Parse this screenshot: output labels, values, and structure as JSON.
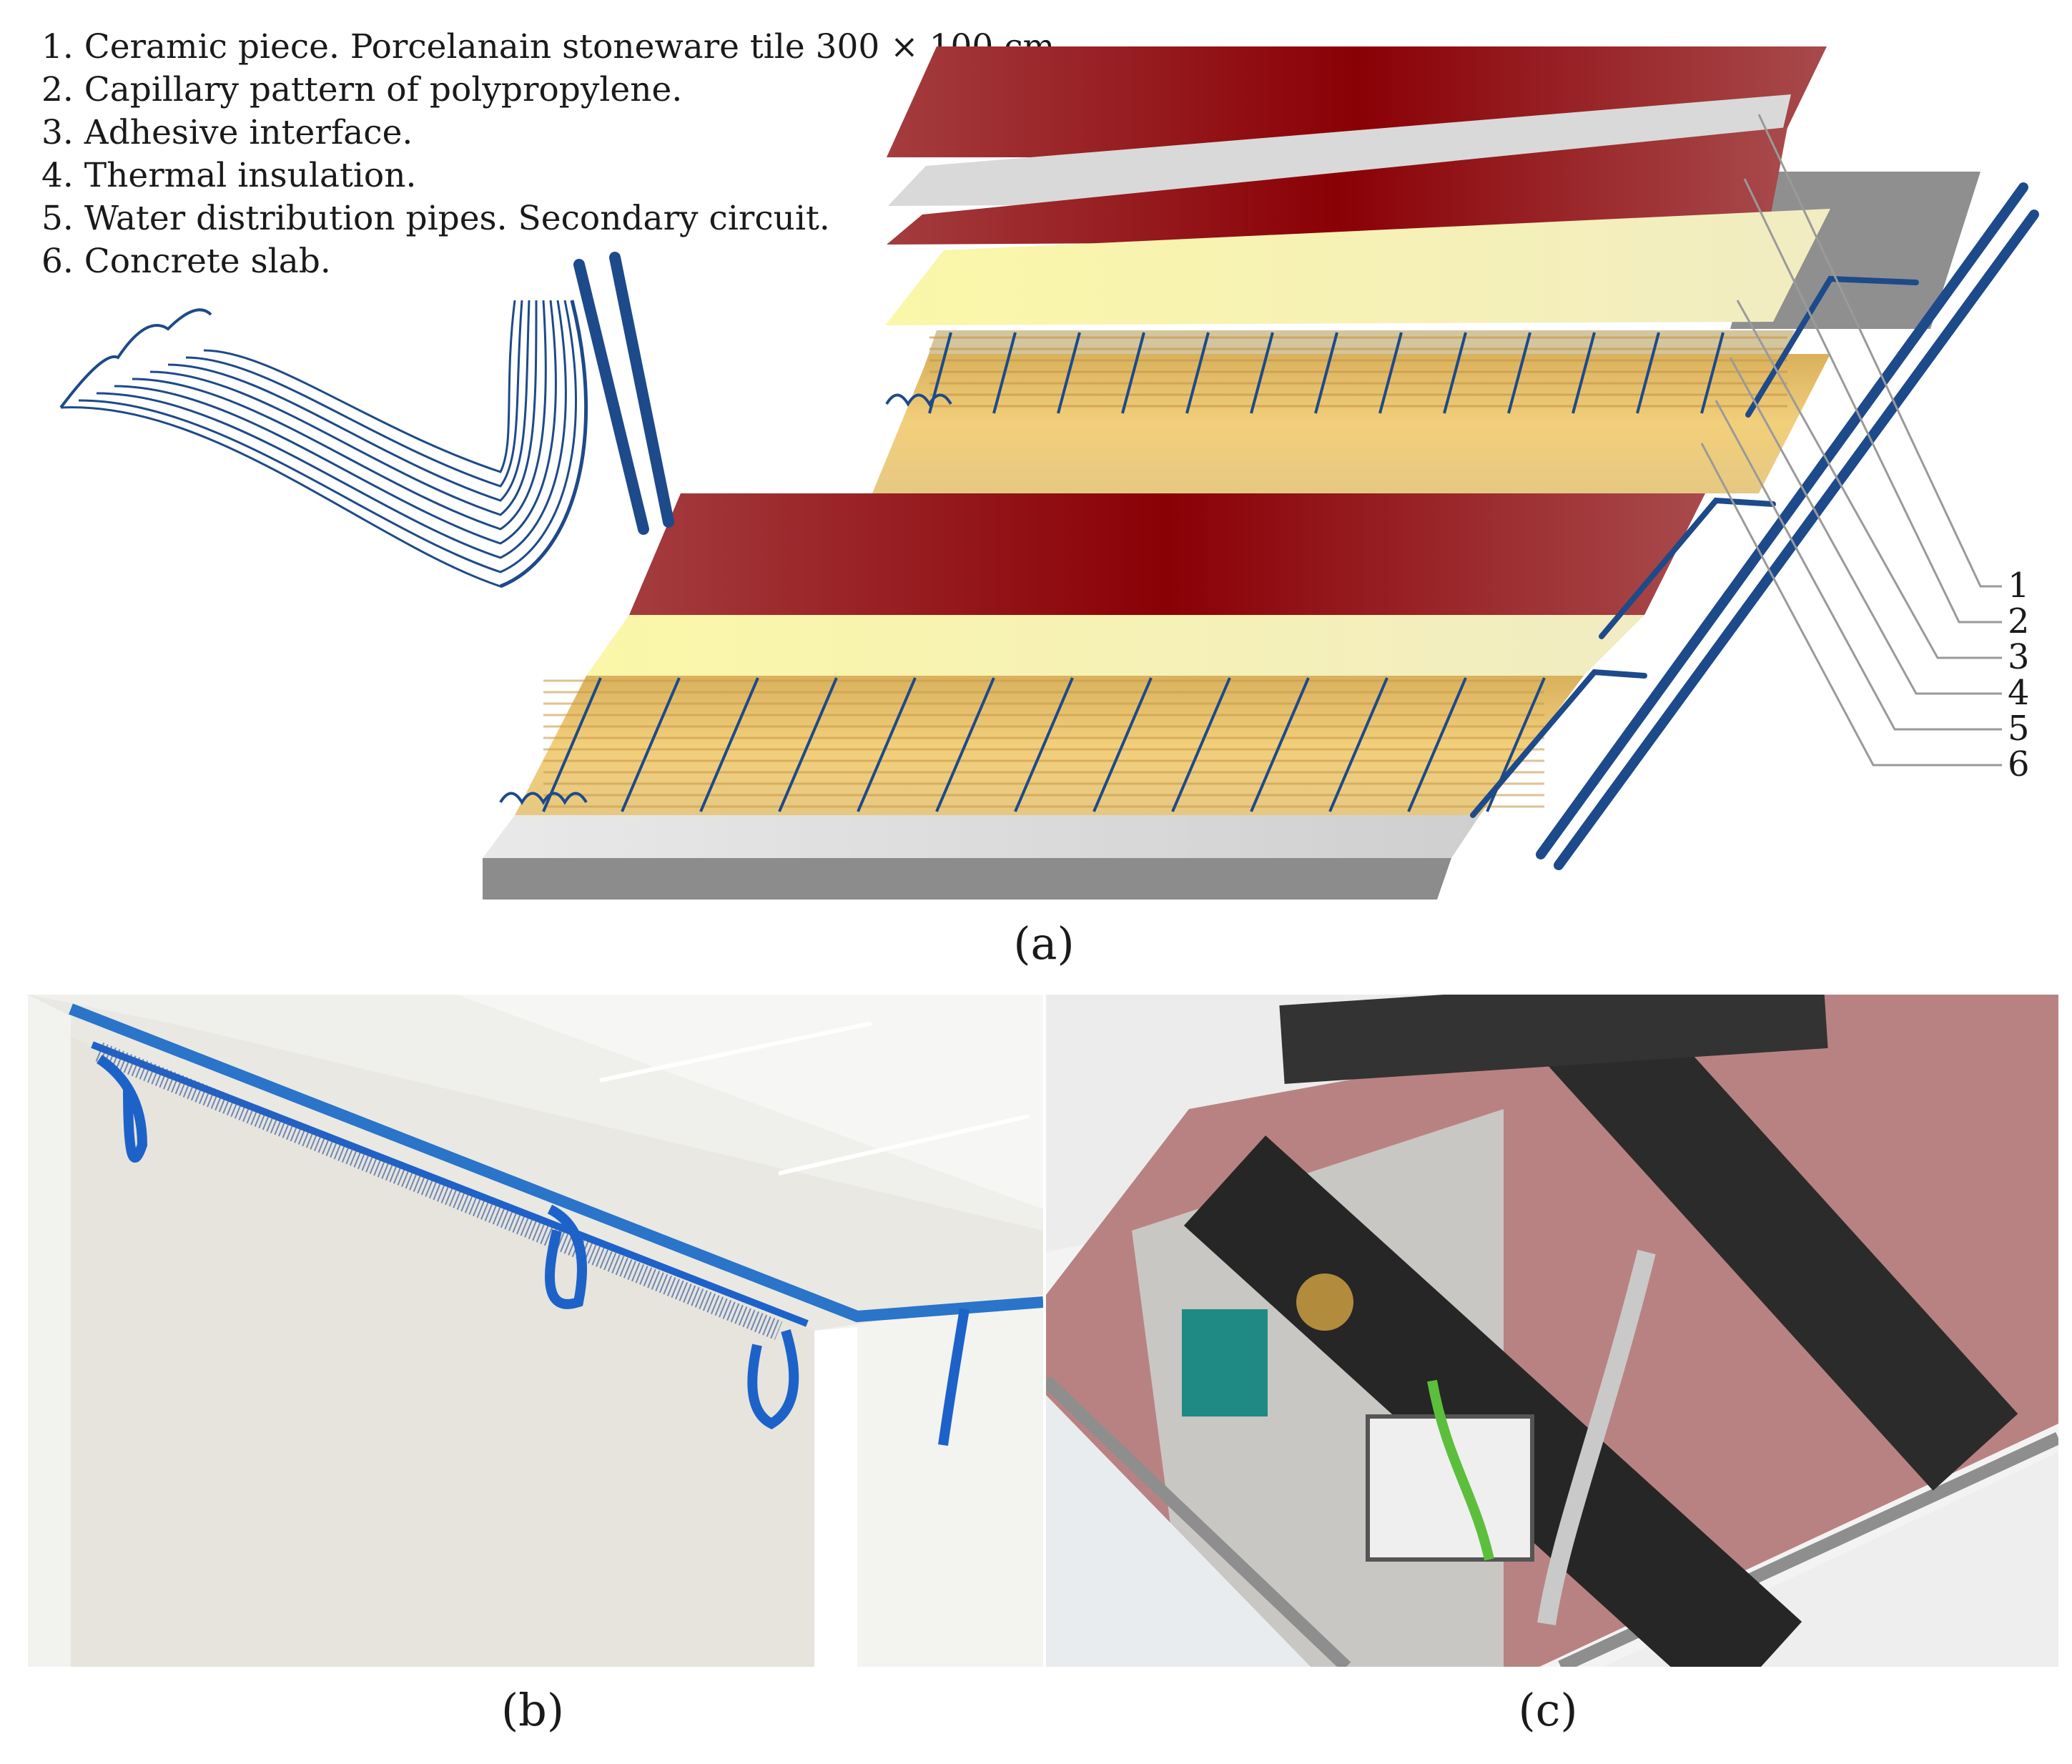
{
  "legend": {
    "items": [
      "1. Ceramic piece. Porcelanain stoneware tile 300 × 100 cm.",
      "2. Capillary pattern of polypropylene.",
      "3. Adhesive interface.",
      "4. Thermal insulation.",
      "5. Water distribution pipes. Secondary circuit.",
      "6. Concrete slab."
    ]
  },
  "callouts": [
    "1",
    "2",
    "3",
    "4",
    "5",
    "6"
  ],
  "captions": {
    "a": "(a)",
    "b": "(b)",
    "c": "(c)"
  },
  "colors": {
    "ceramic": "#8f1416",
    "adhesive": "#f4eeaa",
    "insulation": "#e8c772",
    "slab": "#a9a9a9",
    "pipe": "#1d4a8a",
    "photo_pipe": "#1d62c8"
  }
}
